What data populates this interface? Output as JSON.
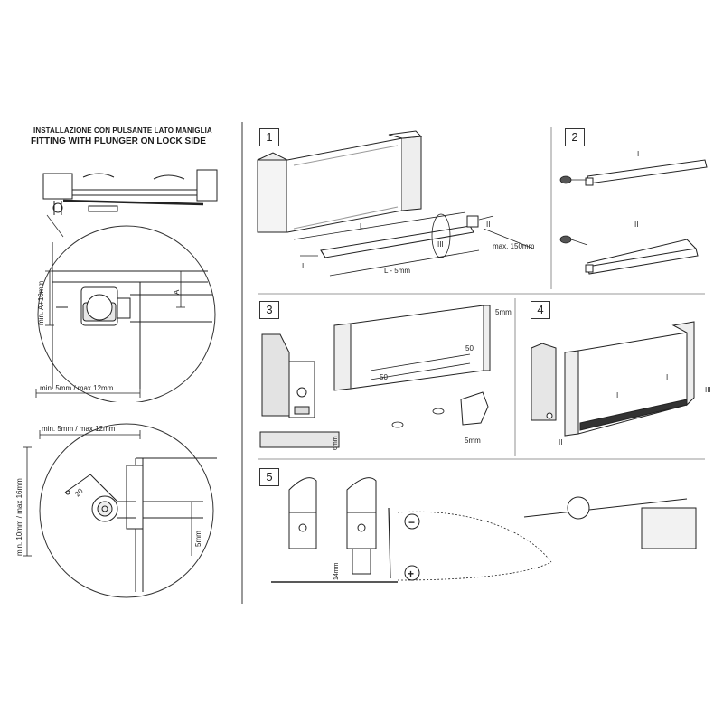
{
  "title": {
    "it": "INSTALLAZIONE CON PULSANTE LATO MANIGLIA",
    "en": "FITTING WITH PLUNGER ON LOCK SIDE"
  },
  "left": {
    "dim_A": "A",
    "dim_min_A10": "min. A+10mm",
    "dim_5_12_top": "min. 5mm / max 12mm",
    "dim_5_12_bottom": "min. 5mm / max 12mm",
    "dim_10_16": "min. 10mm / max 16mm",
    "dim_20": "20",
    "dim_5mm": "5mm"
  },
  "steps": [
    {
      "number": "1",
      "labels": {
        "L": "L",
        "L5": "L - 5mm",
        "max150": "max. 150mm",
        "I": "I",
        "II": "II",
        "III": "III"
      }
    },
    {
      "number": "2",
      "labels": {
        "I": "I",
        "II": "II"
      }
    },
    {
      "number": "3",
      "labels": {
        "5mm_top": "5mm",
        "50a": "50",
        "50b": "50",
        "5mm_bottom": "5mm",
        "6mm": "6mm"
      }
    },
    {
      "number": "4",
      "labels": {
        "I_a": "I",
        "I_b": "I",
        "II": "II",
        "III": "III"
      }
    },
    {
      "number": "5",
      "labels": {
        "14mm": "14mm",
        "minus": "−",
        "plus": "+"
      }
    }
  ]
}
